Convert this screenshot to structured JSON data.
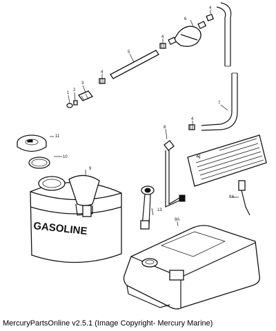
{
  "caption": "MercuryPartsOnline v2.5.1 (Image Copyright- Mercury Marine)",
  "can_lettering": "GASOLINE",
  "callouts": {
    "c1": "1",
    "c2": "2",
    "c3": "3",
    "c4a": "4",
    "c4b": "4",
    "c4c": "4",
    "c4d": "4",
    "c5": "5",
    "c6": "6",
    "c7": "7",
    "c8": "8",
    "c8a": "8A",
    "c9": "9",
    "c9a": "9A",
    "c10": "10",
    "c11": "11",
    "c12": "12",
    "c13": "13"
  }
}
